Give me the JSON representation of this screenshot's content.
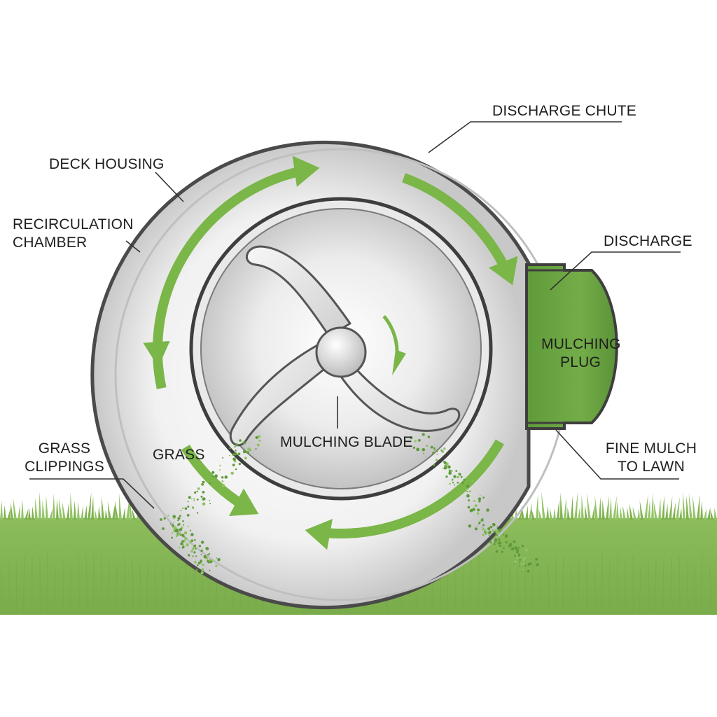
{
  "diagram": {
    "labels": {
      "deck_housing": "DECK HOUSING",
      "recirculation_chamber": [
        "RECIRCULATION",
        "CHAMBER"
      ],
      "discharge_chute": "DISCHARGE CHUTE",
      "discharge": "DISCHARGE",
      "mulching_plug": [
        "MULCHING",
        "PLUG"
      ],
      "grass_clippings": [
        "GRASS",
        "CLIPPINGS"
      ],
      "grass": "GRASS",
      "mulching_blade": "MULCHING BLADE",
      "fine_mulch_to_lawn": [
        "FINE MULCH",
        "TO LAWN"
      ]
    },
    "colors": {
      "accent_green": "#7ab648",
      "plug_green": "#6fa845",
      "lawn_green": "#86b657",
      "housing_gray": "#e2e2e2",
      "outline": "#4a4a4a",
      "background": "#ffffff"
    },
    "icons": [
      "airflow-arrow-icon",
      "rotation-arrow-icon",
      "grass-particles-icon"
    ]
  }
}
